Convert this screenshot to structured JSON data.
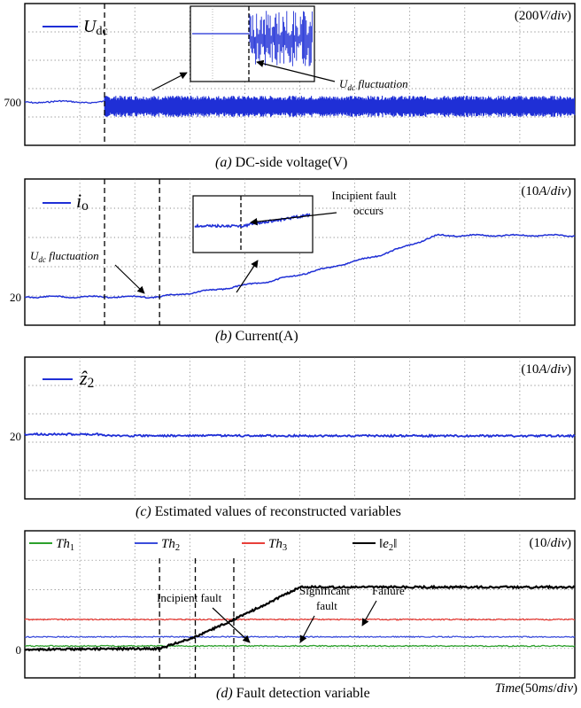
{
  "figure": {
    "panels": [
      {
        "id": "a",
        "letter": "(a)",
        "caption": "DC-side voltage(V)",
        "scale": "(200V/div)",
        "legend": [
          {
            "sym": "U",
            "sub": "dc",
            "color": "#1f2fd6"
          }
        ],
        "ytick": "700",
        "annotations": {
          "fluct_pre": "U",
          "fluct_sub": "dc",
          "fluct_post": " fluctuation"
        }
      },
      {
        "id": "b",
        "letter": "(b)",
        "caption": "Current(A)",
        "scale": "(10A/div)",
        "legend": [
          {
            "sym": "i",
            "sub": "o",
            "color": "#1f2fd6"
          }
        ],
        "ytick": "20",
        "annotations": {
          "fault_line1": "Incipient fault",
          "fault_line2": "occurs",
          "fluct_pre": "U",
          "fluct_sub": "dc",
          "fluct_post": " fluctuation"
        }
      },
      {
        "id": "c",
        "letter": "(c)",
        "caption": "Estimated values of reconstructed variables",
        "scale": "(10A/div)",
        "legend": [
          {
            "sym": "ẑ",
            "sub": "2",
            "color": "#1f2fd6"
          }
        ],
        "ytick": "20"
      },
      {
        "id": "d",
        "letter": "(d)",
        "caption": "Fault detection variable",
        "scale": "(10/div)",
        "legend": [
          {
            "sym": "Th",
            "sub": "1",
            "color": "#2ca02c"
          },
          {
            "sym": "Th",
            "sub": "2",
            "color": "#3b4ddb"
          },
          {
            "sym": "Th",
            "sub": "3",
            "color": "#e8403a"
          },
          {
            "sym": "‖e",
            "sub": "2",
            "post": "‖",
            "color": "#000000"
          }
        ],
        "ytick": "0",
        "annotations": {
          "incipient": "Incipient fault",
          "significant_1": "Significant",
          "significant_2": "fault",
          "failure": "Failure"
        },
        "time_label": "Time(50ms/div)"
      }
    ]
  },
  "chart_data": [
    {
      "type": "line",
      "panel": "a",
      "title": "DC-side voltage(V)",
      "unit": "200V/div",
      "x_unit": "50ms/div",
      "x_divisions": 10,
      "y_divisions": 5,
      "reference_tick": {
        "label": "700",
        "value": 700
      },
      "events": [
        {
          "name": "Udc fluctuation",
          "x_div": 1.45
        }
      ],
      "series": [
        {
          "name": "Udc",
          "description_segments": [
            {
              "x_div": [
                0,
                1.45
              ],
              "value": 700,
              "ripple": "small"
            },
            {
              "x_div": [
                1.45,
                10
              ],
              "value": 700,
              "ripple": "large"
            }
          ]
        }
      ]
    },
    {
      "type": "line",
      "panel": "b",
      "title": "Current(A)",
      "unit": "10A/div",
      "x_unit": "50ms/div",
      "x_divisions": 10,
      "y_divisions": 5,
      "reference_tick": {
        "label": "20",
        "value": 20
      },
      "events": [
        {
          "name": "Udc fluctuation",
          "x_div": 1.45
        },
        {
          "name": "Incipient fault occurs",
          "x_div": 2.45
        }
      ],
      "series": [
        {
          "name": "io",
          "points": [
            [
              0,
              20
            ],
            [
              1.45,
              20
            ],
            [
              2.45,
              20
            ],
            [
              3.5,
              22.5
            ],
            [
              4.5,
              25.5
            ],
            [
              5.5,
              29.8
            ],
            [
              6.5,
              34.5
            ],
            [
              7.5,
              41
            ],
            [
              10,
              41
            ]
          ]
        }
      ]
    },
    {
      "type": "line",
      "panel": "c",
      "title": "Estimated values of reconstructed variables",
      "unit": "10A/div",
      "x_unit": "50ms/div",
      "x_divisions": 10,
      "y_divisions": 5,
      "reference_tick": {
        "label": "20",
        "value": 20
      },
      "series": [
        {
          "name": "z2_hat",
          "points": [
            [
              0,
              20.6
            ],
            [
              1.4,
              20.6
            ],
            [
              1.5,
              20.1
            ],
            [
              10,
              20
            ]
          ]
        }
      ]
    },
    {
      "type": "line",
      "panel": "d",
      "title": "Fault detection variable",
      "unit": "10/div",
      "x_unit": "50ms/div",
      "x_divisions": 10,
      "y_divisions": 5,
      "reference_tick": {
        "label": "0",
        "value": 0
      },
      "events": [
        {
          "name": "Incipient fault",
          "x_div": 2.45
        },
        {
          "name": "Significant fault",
          "x_div": 3.1
        },
        {
          "name": "Failure",
          "x_div": 3.8
        }
      ],
      "series": [
        {
          "name": "Th1",
          "points": [
            [
              0,
              1.2
            ],
            [
              10,
              1.2
            ]
          ]
        },
        {
          "name": "Th2",
          "points": [
            [
              0,
              4.3
            ],
            [
              10,
              4.3
            ]
          ]
        },
        {
          "name": "Th3",
          "points": [
            [
              0,
              10.2
            ],
            [
              10,
              10.2
            ]
          ]
        },
        {
          "name": "||e2||",
          "points": [
            [
              0,
              0
            ],
            [
              2.45,
              0.3
            ],
            [
              3.1,
              4.3
            ],
            [
              3.8,
              10.2
            ],
            [
              4.5,
              16.5
            ],
            [
              5.0,
              21.2
            ],
            [
              10,
              21.2
            ]
          ]
        }
      ]
    }
  ]
}
